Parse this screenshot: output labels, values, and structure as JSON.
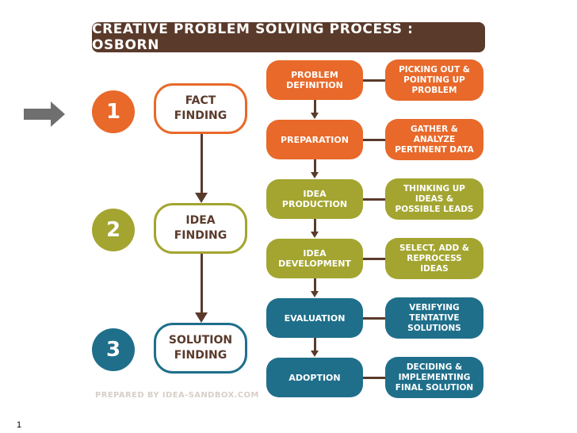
{
  "title": "CREATIVE PROBLEM SOLVING PROCESS : OSBORN",
  "colors": {
    "brown": "#5a3a2b",
    "orange": "#e8692a",
    "olive": "#a3a530",
    "teal": "#1f6f8b",
    "pointer_gray": "#6f6f6f"
  },
  "phases": [
    {
      "number": "1",
      "label": "FACT\nFINDING",
      "color": "#e8692a"
    },
    {
      "number": "2",
      "label": "IDEA\nFINDING",
      "color": "#a3a530"
    },
    {
      "number": "3",
      "label": "SOLUTION\nFINDING",
      "color": "#1f6f8b"
    }
  ],
  "steps": [
    {
      "label": "PROBLEM\nDEFINITION",
      "result": "PICKING OUT &\nPOINTING UP\nPROBLEM",
      "color": "#e8692a"
    },
    {
      "label": "PREPARATION",
      "result": "GATHER &\nANALYZE\nPERTINENT DATA",
      "color": "#e8692a"
    },
    {
      "label": "IDEA\nPRODUCTION",
      "result": "THINKING UP\nIDEAS &\nPOSSIBLE LEADS",
      "color": "#a3a530"
    },
    {
      "label": "IDEA\nDEVELOPMENT",
      "result": "SELECT, ADD &\nREPROCESS\nIDEAS",
      "color": "#a3a530"
    },
    {
      "label": "EVALUATION",
      "result": "VERIFYING\nTENTATIVE\nSOLUTIONS",
      "color": "#1f6f8b"
    },
    {
      "label": "ADOPTION",
      "result": "DECIDING &\nIMPLEMENTING\nFINAL SOLUTION",
      "color": "#1f6f8b"
    }
  ],
  "footer": "PREPARED BY IDEA-SANDBOX.COM",
  "slide_number": "1",
  "pointer_icon": "right-arrow-icon"
}
